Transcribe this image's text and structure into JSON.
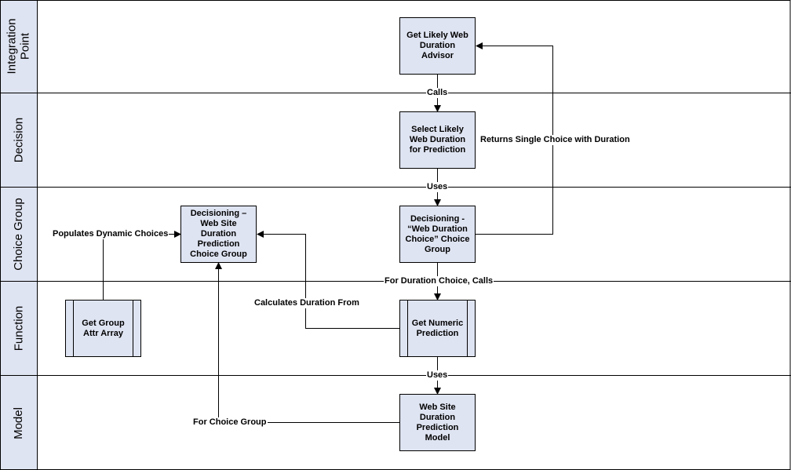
{
  "lanes": [
    {
      "label": "Integration\nPoint"
    },
    {
      "label": "Decision"
    },
    {
      "label": "Choice Group"
    },
    {
      "label": "Function"
    },
    {
      "label": "Model"
    }
  ],
  "nodes": {
    "get_likely_web_duration_advisor": "Get Likely Web Duration Advisor",
    "select_likely_web_duration": "Select Likely Web Duration for Prediction",
    "decisioning_web_duration_choice_group": "Decisioning - “Web Duration Choice” Choice Group",
    "decisioning_web_site_duration_prediction_choice_group": "Decisioning – Web Site Duration Prediction Choice Group",
    "get_numeric_prediction": "Get Numeric Prediction",
    "get_group_attr_array": "Get Group Attr Array",
    "web_site_duration_prediction_model": "Web Site Duration Prediction Model"
  },
  "edges": {
    "calls": "Calls",
    "uses_1": "Uses",
    "for_duration_choice_calls": "For Duration Choice, Calls",
    "uses_2": "Uses",
    "returns_single_choice": "Returns Single Choice with Duration",
    "populates_dynamic_choices": "Populates Dynamic Choices",
    "calculates_duration_from": "Calculates Duration From",
    "for_choice_group": "For Choice Group"
  },
  "colors": {
    "lane_header_fill": "#dfe4f2",
    "node_fill": "#dfe4f2",
    "line": "#000000"
  }
}
